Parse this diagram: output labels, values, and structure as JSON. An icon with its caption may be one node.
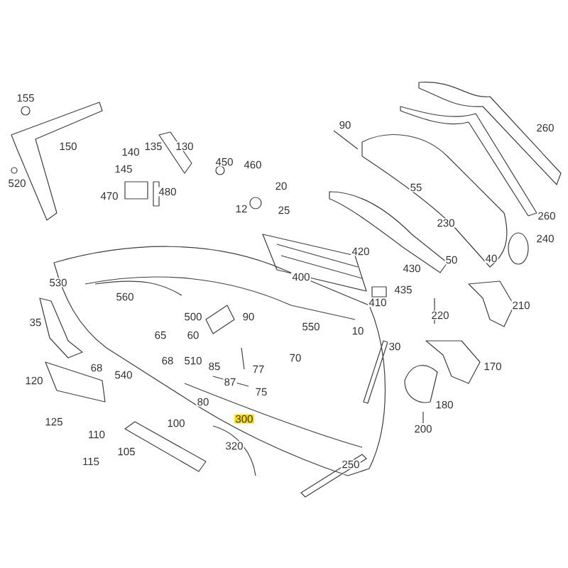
{
  "diagram": {
    "labels": [
      "155",
      "90",
      "260",
      "140",
      "135",
      "130",
      "450",
      "460",
      "150",
      "145",
      "520",
      "470",
      "480",
      "20",
      "55",
      "12",
      "25",
      "260",
      "230",
      "240",
      "420",
      "50",
      "40",
      "430",
      "400",
      "530",
      "435",
      "560",
      "410",
      "210",
      "35",
      "500",
      "90",
      "220",
      "550",
      "10",
      "65",
      "60",
      "30",
      "68",
      "540",
      "68",
      "510",
      "85",
      "77",
      "70",
      "170",
      "87",
      "75",
      "120",
      "80",
      "180",
      "125",
      "300",
      "100",
      "110",
      "320",
      "105",
      "200",
      "115",
      "250"
    ]
  }
}
